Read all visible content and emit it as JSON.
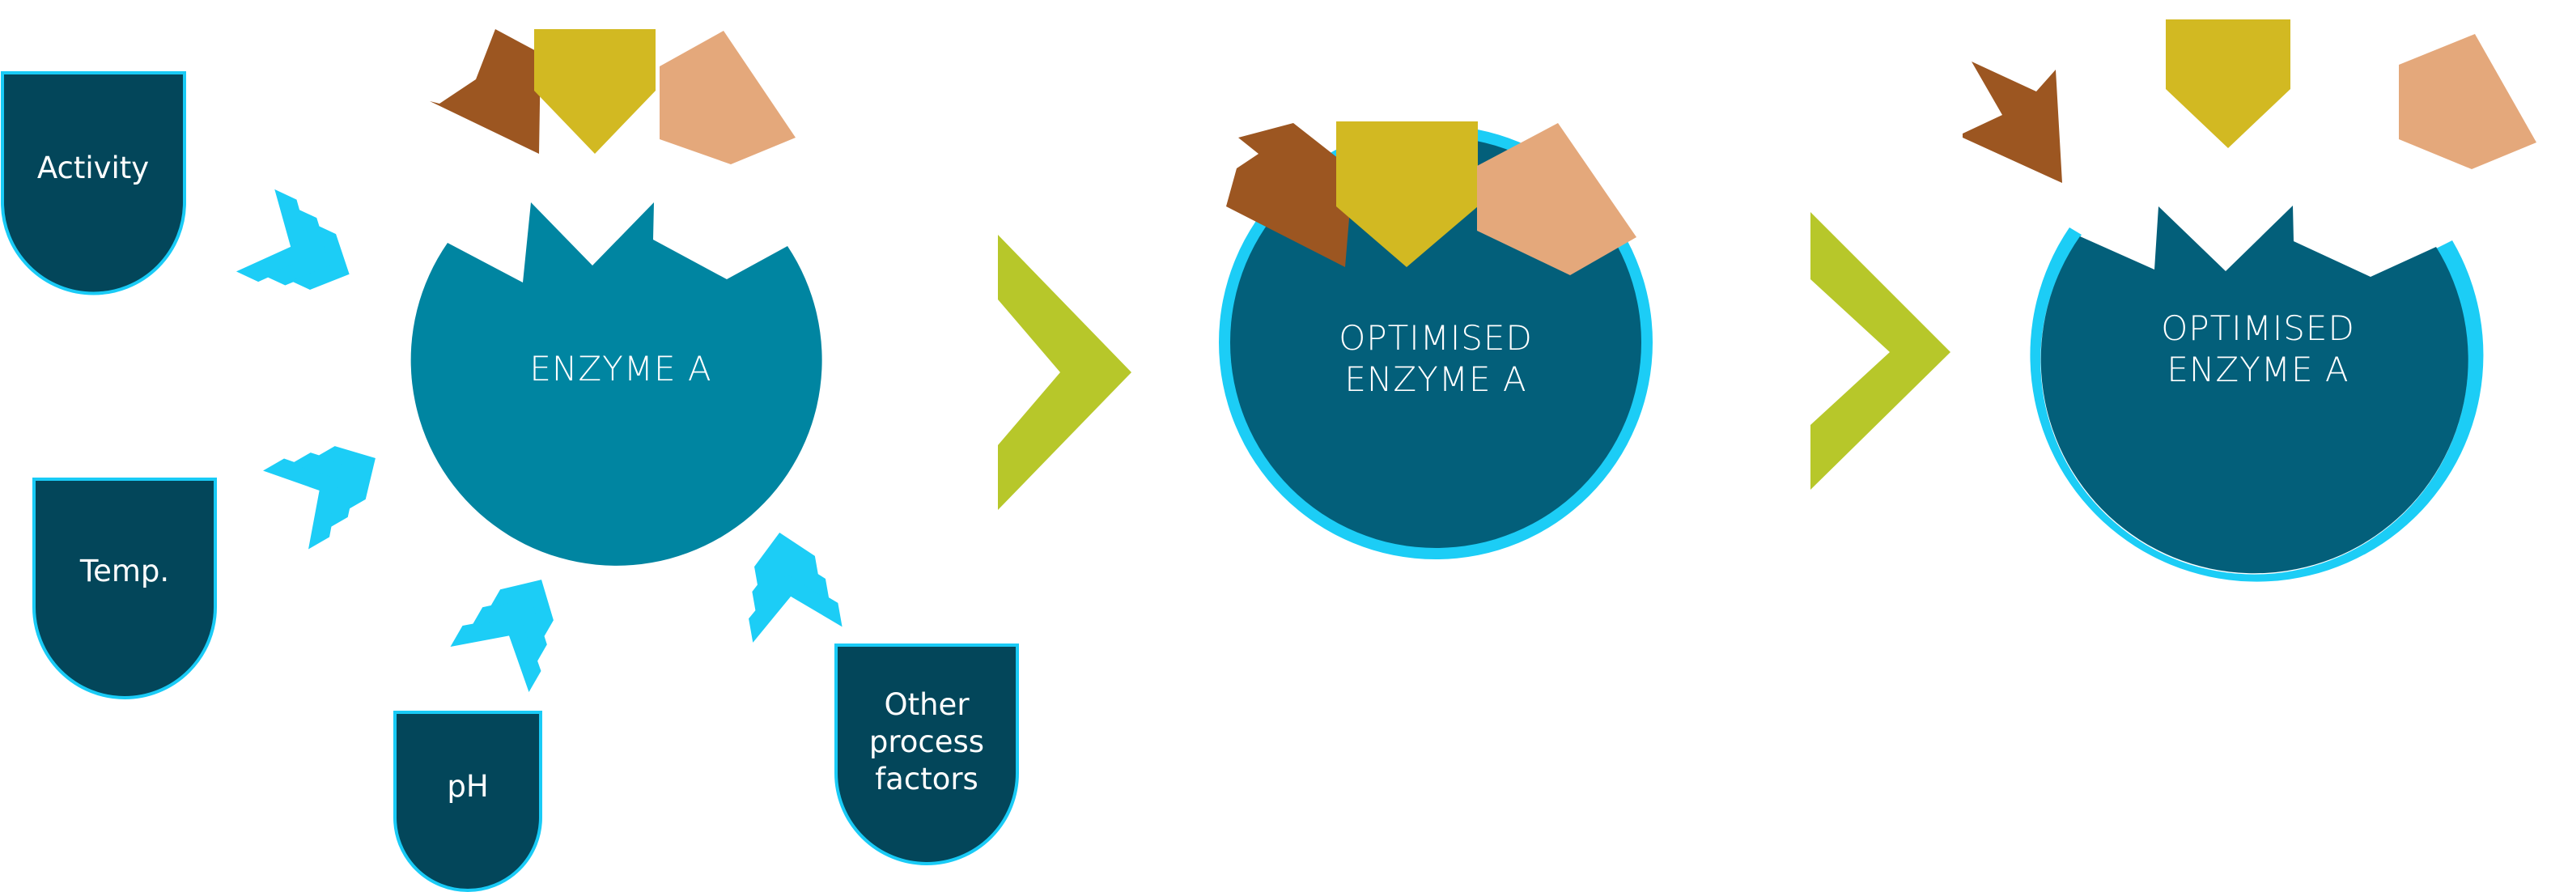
{
  "factors": {
    "activity": "Activity",
    "temp": "Temp.",
    "ph": "pH",
    "other": [
      "Other",
      "process",
      "factors"
    ]
  },
  "enzymes": {
    "initial": "ENZYME A",
    "optimised_bound": [
      "OPTIMISED",
      "ENZYME A"
    ],
    "optimised_released": [
      "OPTIMISED",
      "ENZYME A"
    ]
  },
  "colors": {
    "factor_fill": "#03465a",
    "factor_stroke": "#19cbf6",
    "enzyme_initial": "#0085a1",
    "enzyme_optimised": "#035f7a",
    "enzyme_ring": "#1ccdf6",
    "chevron_small": "#1ccdf6",
    "process_arrow": "#b7c72a",
    "substrate_brown": "#9c5621",
    "substrate_yellow": "#d2b922",
    "substrate_peach": "#e4a87b"
  },
  "icons": {
    "factor_chevrons": "triple-chevron-icon",
    "process_arrow": "chevron-right-icon"
  }
}
